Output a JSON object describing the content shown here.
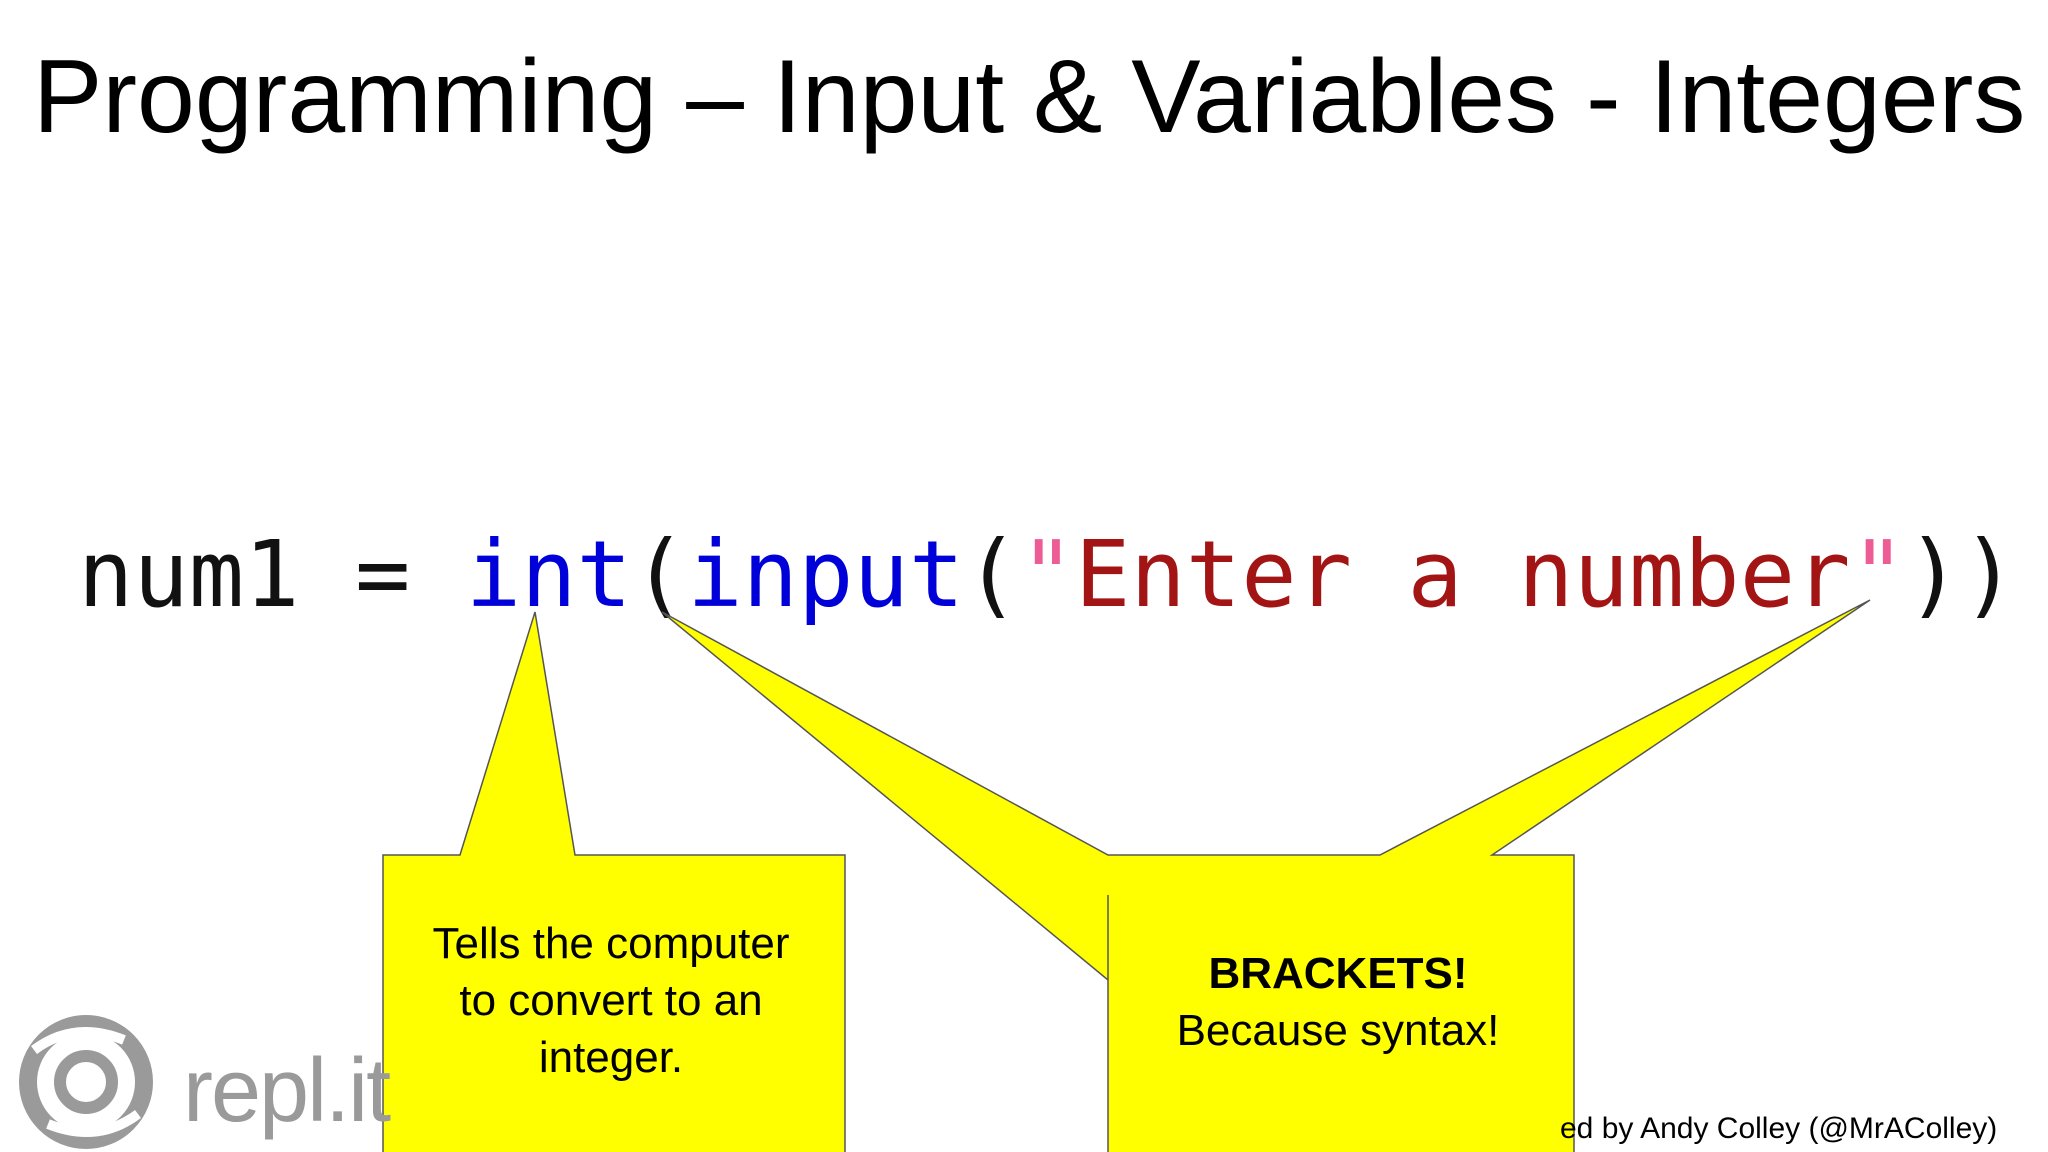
{
  "slide": {
    "title": "Programming – Input & Variables - Integers"
  },
  "code": {
    "var": "num1 = ",
    "int_kw": "int",
    "paren_open1": "(",
    "input_kw": "input",
    "paren_open2": "(",
    "quote_open": "\"",
    "string": "Enter a number",
    "quote_close": "\"",
    "paren_close": "))"
  },
  "callouts": {
    "int_note": [
      "Tells the computer",
      "to convert to an",
      "integer."
    ],
    "brackets_title": "BRACKETS!",
    "brackets_note": "Because syntax!",
    "fill_color": "#ffff00"
  },
  "logo": {
    "word": "repl.it"
  },
  "footer": {
    "credit": "ed by Andy Colley (@MrAColley)"
  }
}
